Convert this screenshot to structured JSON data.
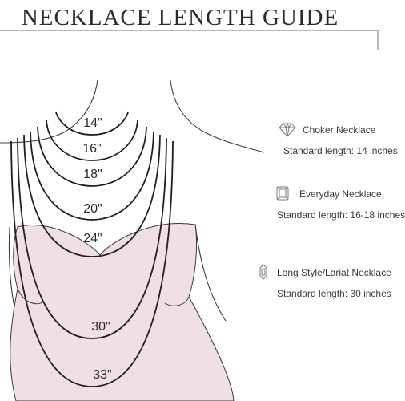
{
  "title": "NECKLACE LENGTH GUIDE",
  "colors": {
    "dress": "#f0dfe4",
    "outline": "#3a3a3a",
    "chain": "#1f1f1f",
    "frame": "#7f95a6"
  },
  "lengths": [
    {
      "label": "14\""
    },
    {
      "label": "16\""
    },
    {
      "label": "18\""
    },
    {
      "label": "20\""
    },
    {
      "label": "24\""
    },
    {
      "label": "30\""
    },
    {
      "label": "33\""
    }
  ],
  "legend": [
    {
      "icon": "diamond-icon",
      "name": "Choker Necklace",
      "length": "Standard length: 14 inches"
    },
    {
      "icon": "gem-square-icon",
      "name": "Everyday Necklace",
      "length": "Standard length: 16-18 inches"
    },
    {
      "icon": "gem-long-icon",
      "name": "Long Style/Lariat Necklace",
      "length": "Standard length: 30 inches"
    }
  ]
}
